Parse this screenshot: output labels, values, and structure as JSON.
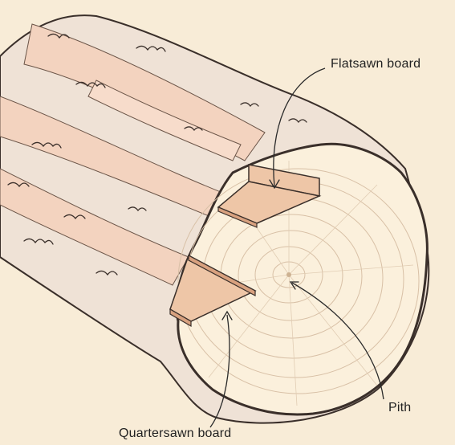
{
  "labels": {
    "flatsawn": "Flatsawn board",
    "quartersawn": "Quartersawn board",
    "pith": "Pith"
  },
  "colors": {
    "background": "#f8ecd7",
    "bark_fill": "#efe2d6",
    "bark_stroke": "#3a2f2a",
    "sapwood": "#f3d3bf",
    "end_grain": "#fbf0dc",
    "rings": "#d8c0a6",
    "board_face": "#eec6a7",
    "board_edge": "#d8a17f"
  }
}
